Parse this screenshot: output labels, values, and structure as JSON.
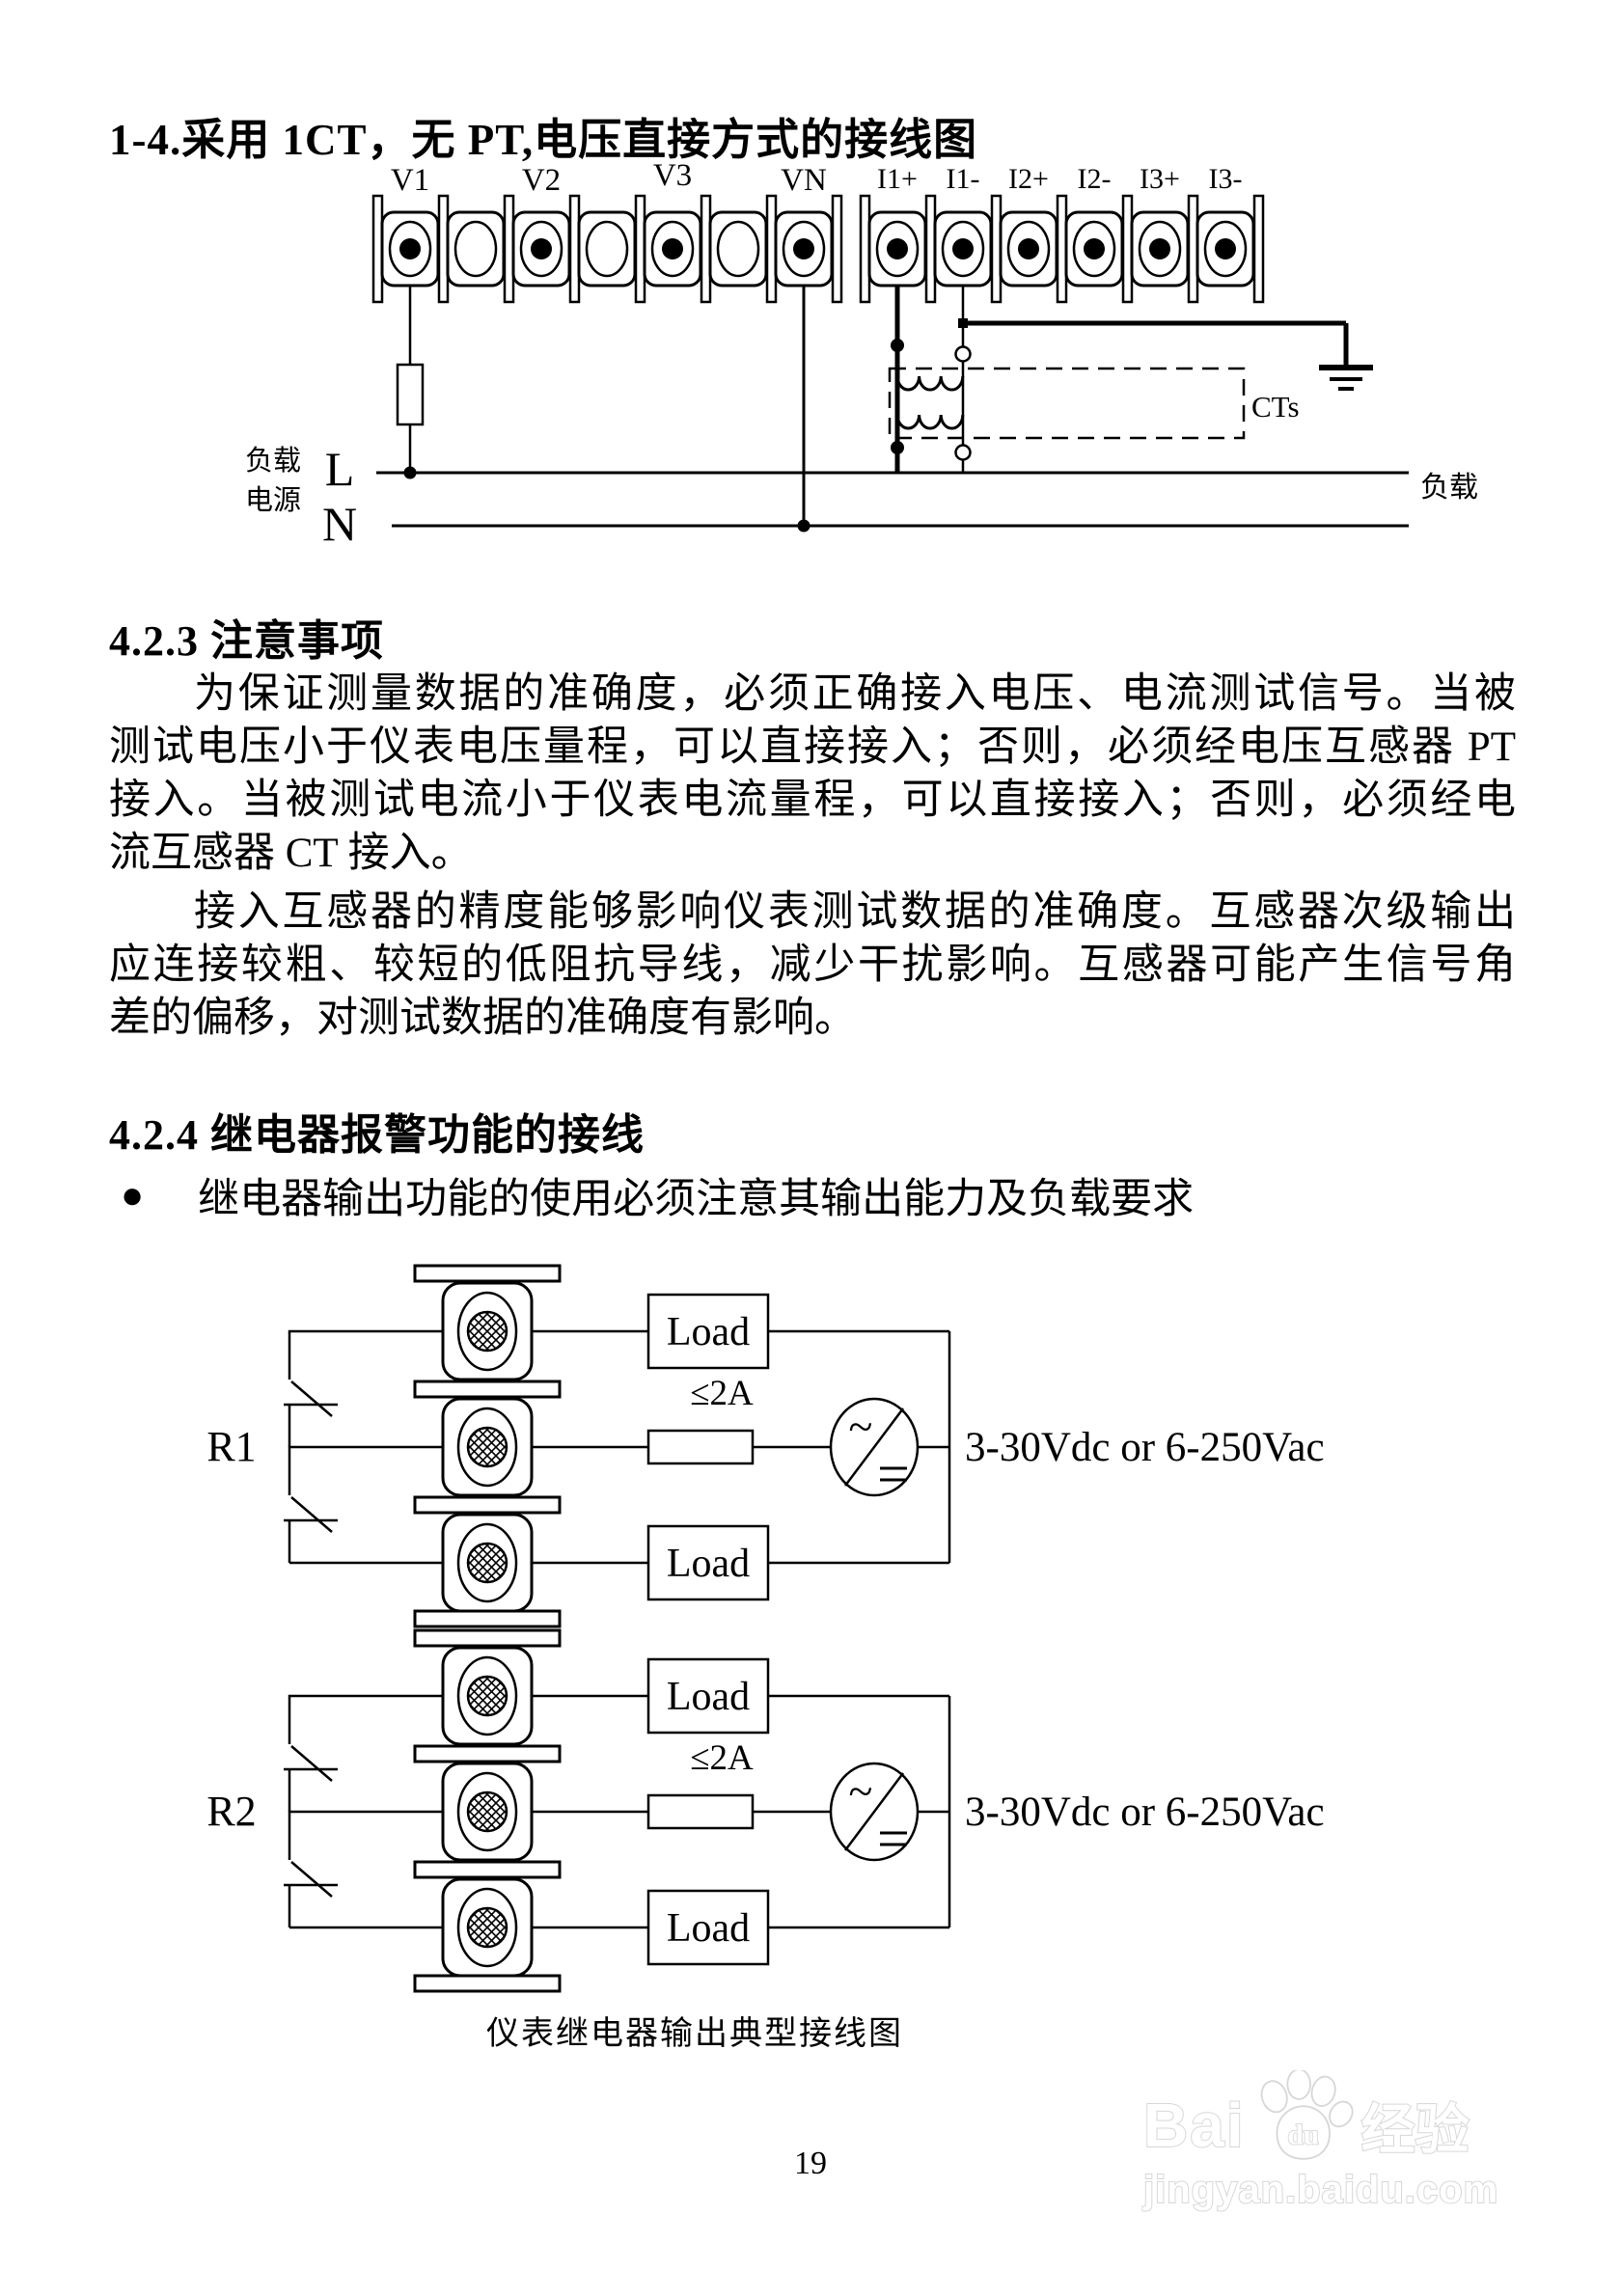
{
  "title": "1-4.采用 1CT，无 PT,电压直接方式的接线图",
  "diagram1": {
    "terminals": [
      "V1",
      "V2",
      "V3",
      "VN",
      "I1+",
      "I1-",
      "I2+",
      "I2-",
      "I3+",
      "I3-"
    ],
    "left_label_line1": "负载",
    "left_label_line2": "电源",
    "line_l": "L",
    "line_n": "N",
    "cts_label": "CTs",
    "right_load_label": "负载"
  },
  "section_423": {
    "heading": "4.2.3 注意事项",
    "para1_lines": [
      "为保证测量数据的准确度，必须正确接入电压、电流测试信号。当被",
      "测试电压小于仪表电压量程，可以直接接入；否则，必须经电压互感器 PT",
      "接入。当被测试电流小于仪表电流量程，可以直接接入；否则，必须经电",
      "流互感器 CT 接入。"
    ],
    "para2_lines": [
      "接入互感器的精度能够影响仪表测试数据的准确度。互感器次级输出",
      "应连接较粗、较短的低阻抗导线，减少干扰影响。互感器可能产生信号角",
      "差的偏移，对测试数据的准确度有影响。"
    ]
  },
  "section_424": {
    "heading": "4.2.4 继电器报警功能的接线",
    "bullet_marker": "●",
    "bullet_text": "继电器输出功能的使用必须注意其输出能力及负载要求"
  },
  "relay_diagram": {
    "r1_label": "R1",
    "r2_label": "R2",
    "load_label": "Load",
    "fuse_rating": "≤2A",
    "source_ac": "~",
    "voltage_rating": "3-30Vdc or 6-250Vac",
    "caption": "仪表继电器输出典型接线图"
  },
  "page_number": "19",
  "watermark": {
    "brand_prefix": "Bai",
    "brand_paw": "du",
    "brand_cn": "经验",
    "url": "jingyan.baidu.com"
  }
}
